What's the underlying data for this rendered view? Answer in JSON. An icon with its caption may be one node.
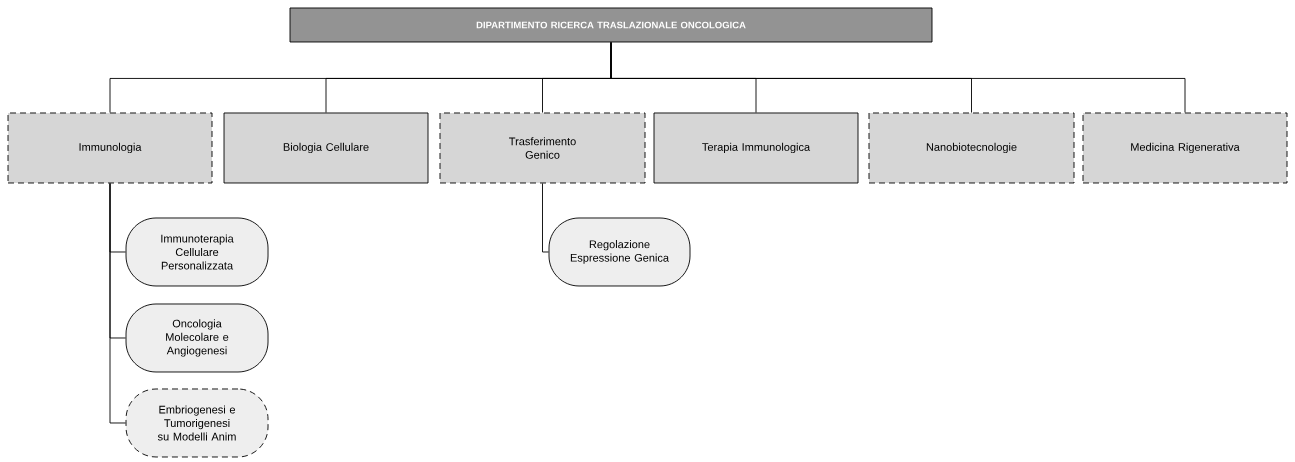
{
  "diagram": {
    "nodes": [
      {
        "text": [
          "DIPARTIMENTO RICERCA TRASLAZIONALE ONCOLOGICA"
        ]
      },
      {
        "text": [
          "Immunologia"
        ]
      },
      {
        "text": [
          "Biologia Cellulare"
        ]
      },
      {
        "text": [
          "Trasferimento Genico"
        ]
      },
      {
        "text": [
          "Terapia Immunologica"
        ]
      },
      {
        "text": [
          "Nanobiotecnologie"
        ]
      },
      {
        "text": [
          "Medicina Rigenerativa"
        ]
      },
      {
        "text": [
          "Immunoterapia Cellulare Personalizzata"
        ]
      },
      {
        "text": [
          "Oncologia Molecolare e Angiogenesi"
        ]
      },
      {
        "text": [
          "Embriogenesi e Tumorigenesi su Modelli Anim"
        ]
      },
      {
        "text": [
          "Regolazione Espressione Genica"
        ]
      }
    ],
    "edges": [
      {
        "from": 0,
        "to": 1,
        "arrow": "none"
      },
      {
        "from": 0,
        "to": 2,
        "arrow": "none"
      },
      {
        "from": 0,
        "to": 3,
        "arrow": "none"
      },
      {
        "from": 0,
        "to": 4,
        "arrow": "none"
      },
      {
        "from": 0,
        "to": 5,
        "arrow": "none"
      },
      {
        "from": 0,
        "to": 6,
        "arrow": "none"
      },
      {
        "from": 1,
        "to": 7,
        "arrow": "none"
      },
      {
        "from": 1,
        "to": 8,
        "arrow": "none"
      },
      {
        "from": 1,
        "to": 9,
        "arrow": "none"
      },
      {
        "from": 3,
        "to": 10,
        "arrow": "none"
      }
    ]
  }
}
